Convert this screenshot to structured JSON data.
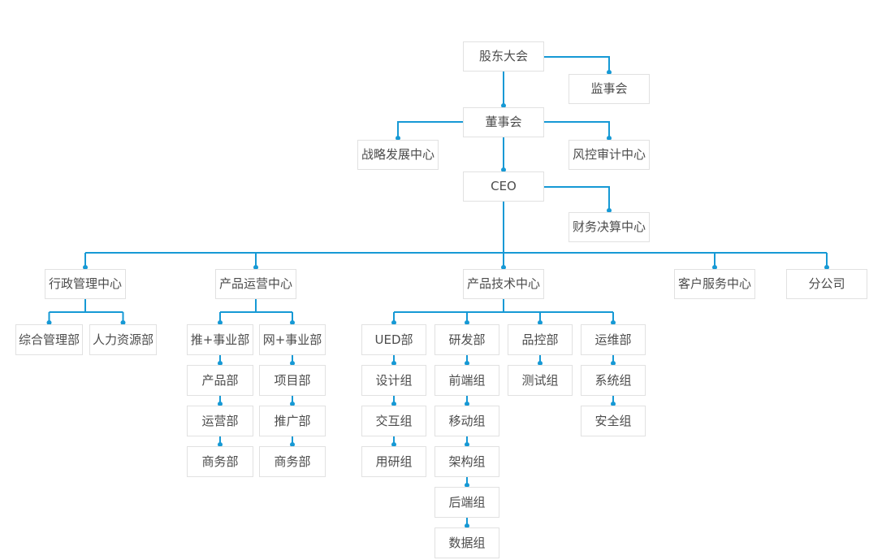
{
  "colors": {
    "connector": "#1699d5",
    "node_border": "#e1e1e1",
    "node_background": "#ffffff",
    "node_text": "#4c4c4c",
    "canvas_background": "#ffffff"
  },
  "nodes": {
    "shareholders_meeting": "股东大会",
    "supervisory_board": "监事会",
    "board_of_directors": "董事会",
    "strategy_center": "战略发展中心",
    "risk_audit_center": "风控审计中心",
    "ceo": "CEO",
    "finance_center": "财务决算中心",
    "admin_center": "行政管理中心",
    "product_ops_center": "产品运营中心",
    "tech_center": "产品技术中心",
    "customer_service_center": "客户服务中心",
    "branch_company": "分公司",
    "general_mgmt_dept": "综合管理部",
    "hr_dept": "人力资源部",
    "tui_division": "推+事业部",
    "wang_division": "网+事业部",
    "product_dept": "产品部",
    "project_dept": "项目部",
    "operations_dept": "运营部",
    "promotion_dept": "推广部",
    "business_dept_a": "商务部",
    "business_dept_b": "商务部",
    "ued_dept": "UED部",
    "rd_dept": "研发部",
    "qc_dept": "品控部",
    "om_dept": "运维部",
    "design_group": "设计组",
    "frontend_group": "前端组",
    "test_group": "测试组",
    "system_group": "系统组",
    "interaction_group": "交互组",
    "mobile_group": "移动组",
    "security_group": "安全组",
    "research_group": "用研组",
    "architecture_group": "架构组",
    "backend_group": "后端组",
    "data_group": "数据组"
  },
  "hierarchy": {
    "label": "股东大会",
    "children": [
      {
        "label": "监事会"
      },
      {
        "label": "董事会",
        "children": [
          {
            "label": "战略发展中心"
          },
          {
            "label": "风控审计中心"
          },
          {
            "label": "CEO",
            "children": [
              {
                "label": "财务决算中心"
              },
              {
                "label": "行政管理中心",
                "children": [
                  {
                    "label": "综合管理部"
                  },
                  {
                    "label": "人力资源部"
                  }
                ]
              },
              {
                "label": "产品运营中心",
                "children": [
                  {
                    "label": "推+事业部",
                    "children": [
                      {
                        "label": "产品部",
                        "children": [
                          {
                            "label": "运营部",
                            "children": [
                              {
                                "label": "商务部"
                              }
                            ]
                          }
                        ]
                      }
                    ]
                  },
                  {
                    "label": "网+事业部",
                    "children": [
                      {
                        "label": "项目部",
                        "children": [
                          {
                            "label": "推广部",
                            "children": [
                              {
                                "label": "商务部"
                              }
                            ]
                          }
                        ]
                      }
                    ]
                  }
                ]
              },
              {
                "label": "产品技术中心",
                "children": [
                  {
                    "label": "UED部",
                    "children": [
                      {
                        "label": "设计组",
                        "children": [
                          {
                            "label": "交互组",
                            "children": [
                              {
                                "label": "用研组"
                              }
                            ]
                          }
                        ]
                      }
                    ]
                  },
                  {
                    "label": "研发部",
                    "children": [
                      {
                        "label": "前端组",
                        "children": [
                          {
                            "label": "移动组",
                            "children": [
                              {
                                "label": "架构组",
                                "children": [
                                  {
                                    "label": "后端组",
                                    "children": [
                                      {
                                        "label": "数据组"
                                      }
                                    ]
                                  }
                                ]
                              }
                            ]
                          }
                        ]
                      }
                    ]
                  },
                  {
                    "label": "品控部",
                    "children": [
                      {
                        "label": "测试组"
                      }
                    ]
                  },
                  {
                    "label": "运维部",
                    "children": [
                      {
                        "label": "系统组",
                        "children": [
                          {
                            "label": "安全组"
                          }
                        ]
                      }
                    ]
                  }
                ]
              },
              {
                "label": "客户服务中心"
              },
              {
                "label": "分公司"
              }
            ]
          }
        ]
      }
    ]
  }
}
